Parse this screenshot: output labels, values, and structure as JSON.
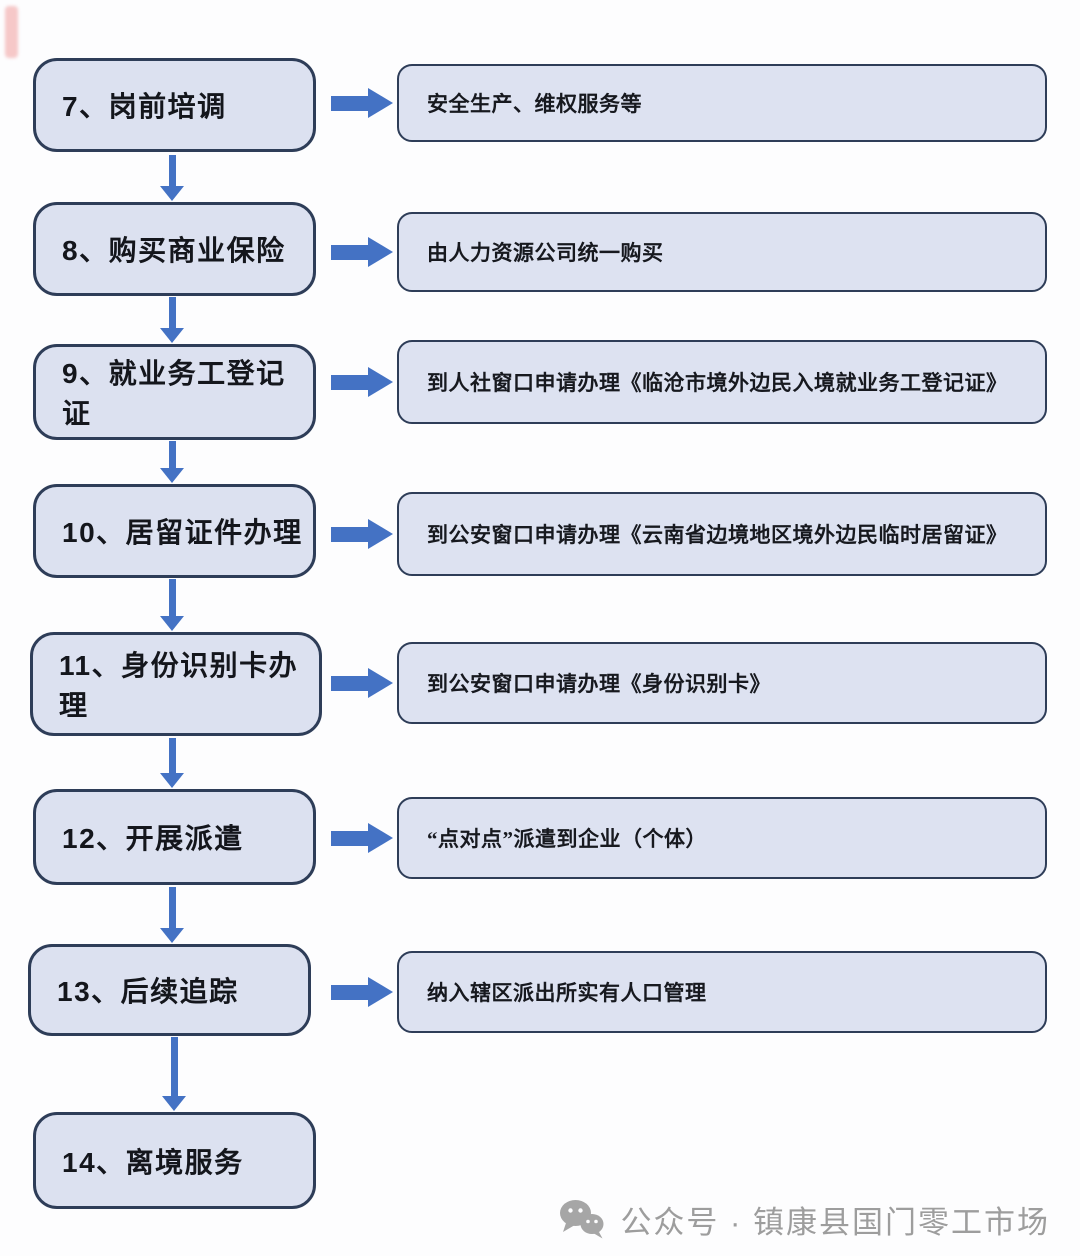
{
  "colors": {
    "box_fill": "#dce1f0",
    "box_border": "#2e3d58",
    "arrow_blue": "#4472c4",
    "footer_gray": "#9d9d9d"
  },
  "flow": {
    "steps": [
      {
        "label": "7、岗前培调",
        "detail": "安全生产、维权服务等"
      },
      {
        "label": "8、购买商业保险",
        "detail": "由人力资源公司统一购买"
      },
      {
        "label": "9、就业务工登记证",
        "detail": "到人社窗口申请办理《临沧市境外边民入境就业务工登记证》"
      },
      {
        "label": "10、居留证件办理",
        "detail": "到公安窗口申请办理《云南省边境地区境外边民临时居留证》"
      },
      {
        "label": "11、身份识别卡办理",
        "detail": "到公安窗口申请办理《身份识别卡》"
      },
      {
        "label": "12、开展派遣",
        "detail": "“点对点”派遣到企业（个体）"
      },
      {
        "label": "13、后续追踪",
        "detail": "纳入辖区派出所实有人口管理"
      },
      {
        "label": "14、离境服务"
      }
    ]
  },
  "footer": {
    "icon": "wechat-icon",
    "text": "公众号 · 镇康县国门零工市场"
  }
}
